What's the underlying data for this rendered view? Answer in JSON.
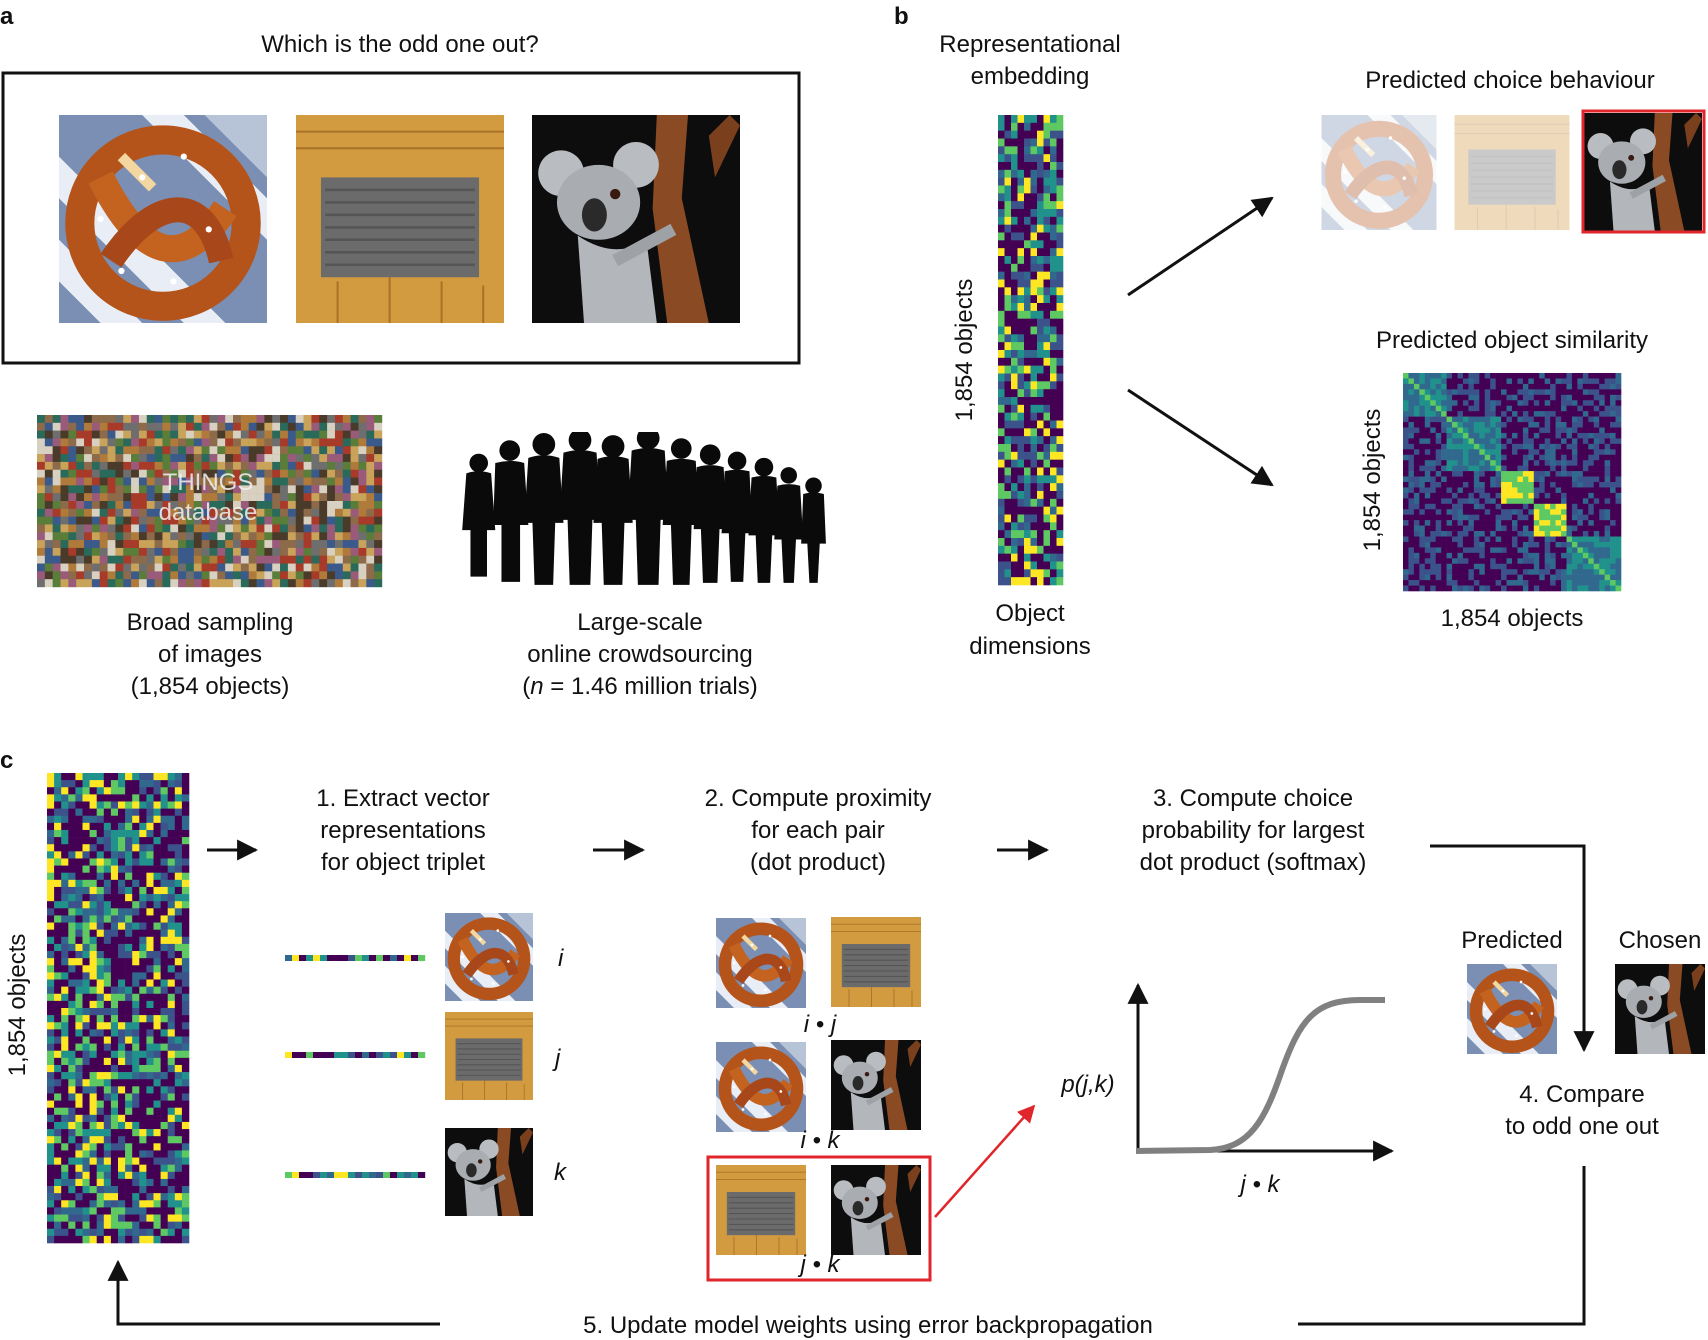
{
  "panels": {
    "a": "a",
    "b": "b",
    "c": "c"
  },
  "panel_a": {
    "question": "Which is the odd one out?",
    "database_label_line1": "THINGS",
    "database_label_line2": "database",
    "sampling_caption": [
      "Broad sampling",
      "of images",
      "(1,854 objects)"
    ],
    "crowd_caption": [
      "Large-scale",
      "online crowdsourcing"
    ],
    "crowd_caption_n": "n",
    "crowd_caption_rest": " = 1.46 million trials)",
    "crowd_caption_open": "("
  },
  "panel_b": {
    "embedding_title": [
      "Representational",
      "embedding"
    ],
    "rows_label": "1,854 objects",
    "dims_label": [
      "Object",
      "dimensions"
    ],
    "choice_title": "Predicted choice behaviour",
    "similarity_title": "Predicted object similarity",
    "sim_y_label": "1,854 objects",
    "sim_x_label": "1,854 objects"
  },
  "panel_c": {
    "rows_label": "1,854 objects",
    "step1": [
      "1. Extract vector",
      "representations",
      "for object triplet"
    ],
    "step2": [
      "2. Compute proximity",
      "for each pair",
      "(dot product)"
    ],
    "step3": [
      "3. Compute choice",
      "probability for largest",
      "dot product (softmax)"
    ],
    "step4": [
      "4. Compare",
      "to odd one out"
    ],
    "step5": "5. Update model weights using error backpropagation",
    "item_labels": [
      "i",
      "j",
      "k"
    ],
    "pair_labels": [
      "i • j",
      "i • k",
      "j • k"
    ],
    "predicted_label": "Predicted",
    "chosen_label": "Chosen",
    "y_axis_label": "p(j,k)",
    "x_axis_label": "j • k"
  },
  "objects": [
    "pretzel",
    "doormat",
    "koala"
  ],
  "colors": {
    "highlight": "#e0262b",
    "viridis_dark": "#440154",
    "viridis_blue": "#31688e",
    "viridis_teal": "#21918c",
    "viridis_green": "#5ec962",
    "viridis_yellow": "#fde725",
    "curve": "#808080"
  }
}
